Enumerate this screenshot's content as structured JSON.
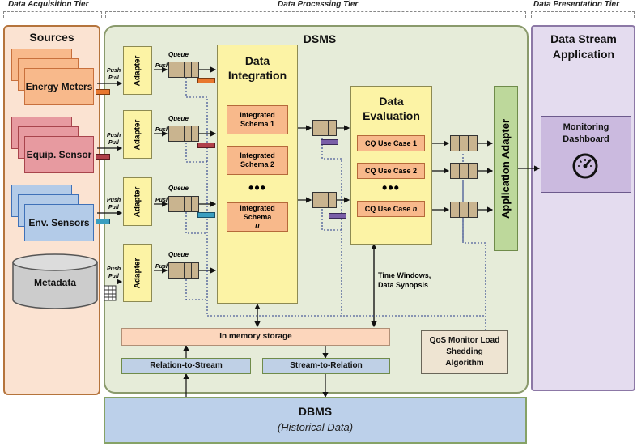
{
  "tiers": {
    "acquisition": "Data Acquisition Tier",
    "processing": "Data Processing Tier",
    "presentation": "Data Presentation Tier"
  },
  "sources": {
    "title": "Sources",
    "energy": "Energy Meters",
    "equip": "Equip. Sensor",
    "env": "Env. Sensors",
    "metadata": "Metadata"
  },
  "dsms": {
    "title": "DSMS",
    "adapter": "Adapter",
    "queue": "Queue",
    "push": "Push",
    "pull": "Pull",
    "integration_title": "Data Integration",
    "schema1": "Integrated Schema 1",
    "schema2": "Integrated Schema 2",
    "schema_n_prefix": "Integrated Schema",
    "schema_n_suffix": "n",
    "ellipsis": "•••",
    "evaluation_title": "Data Evaluation",
    "cq1": "CQ Use Case 1",
    "cq2": "CQ Use Case 2",
    "cq_n_prefix": "CQ Use Case",
    "cq_n_suffix": "n",
    "time_windows": "Time Windows, Data Synopsis",
    "app_adapter": "Application Adapter",
    "memory": "In memory storage",
    "r2s": "Relation-to-Stream",
    "s2r": "Stream-to-Relation",
    "qos": "QoS Monitor Load Shedding Algorithm"
  },
  "app": {
    "title": "Data Stream Application",
    "dashboard": "Monitoring Dashboard"
  },
  "dbms": {
    "title": "DBMS",
    "subtitle": "(Historical Data)"
  },
  "colors": {
    "energy": "#f8b98b",
    "equip": "#e79aa0",
    "env": "#b3cbe8",
    "tap_energy": "#e8772e",
    "tap_equip": "#b0404a",
    "tap_env": "#3a9ec0",
    "tap_purple": "#7a5fa8"
  }
}
